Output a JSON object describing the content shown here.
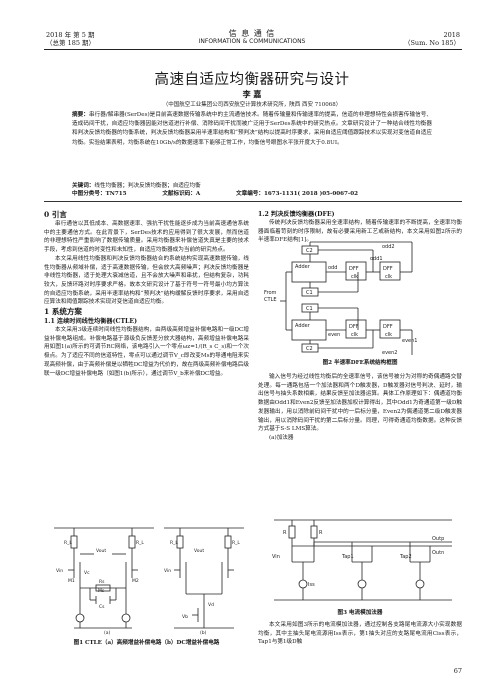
{
  "header": {
    "left_line1": "2018 年 第 5 期",
    "left_line2": "（总第 185 期）",
    "center_line1": "信 息 通 信",
    "center_line2": "INFORMATION & COMMUNICATIONS",
    "right_line1": "2018",
    "right_line2": "（Sum. No 185）"
  },
  "paper": {
    "title": "高速自适应均衡器研究与设计",
    "author": "李 嘉",
    "affiliation": "（中国航空工业集团公司西安航空计算技术研究所，陕西 西安 710068）",
    "abstract_label": "摘要：",
    "abstract": "串行器/解串器(SerDes)是目前高速数据传输系统中的主流通信技术。随着传输量和传输速率的提高，信道的非理想特性会损害传输信号、造成码间干扰，自适应均衡器因能对信道进行补偿、消除码间干扰而被广泛用于SerDes系统中的研究热点。文章研究设计了一种结合线性均衡器和判决反馈均衡器的均衡系统，判决反馈均衡器采用半速率结构和“预判决”结构以提高时序要求，采用自适应阈值跟踪技术以实现对变信道自适应均衡。实验结果表明，均衡系统在10Gb/s的数据速率下能够正常工作，均衡信号眼图水平张开度大于0.8UI。",
    "keywords_label": "关键词：",
    "keywords": "线性均衡器；判决反馈均衡器；自适应均衡",
    "clc_label": "中图分类号：",
    "clc": "TN715",
    "doc_code_label": "文献标识码：",
    "doc_code": "A",
    "article_no_label": "文章编号：",
    "article_no": "1673-1131( 2018 )05-0067-02"
  },
  "left": {
    "s0": "0 引言",
    "p1": "串行通信以其低成本、高数据速率、强抗干扰性能逐步成为当前高速通信系统中的主要通信方式。在此背景下，SerDes技术的应用得到了很大发展，然而信道的非理想特性严重影响了数据传输质量。采用均衡器来补偿信道失真是主要的技术手段，考虑到信道的时变性和未知性，自适应均衡器成为当前的研究热点。",
    "p2": "本文采用线性均衡器和判决反馈均衡器结合的系统结构实现高速数据传输，线性均衡器从频域补偿，适于高速数据传输，但会放大高频噪声；判决反馈均衡器是非线性均衡器，适于处理大衰减信道，且不会放大噪声和串扰，但结构复杂，功耗较大，反馈环路对时序要求严格。故本文研究设计了基于符号一符号最小均方算法的自适应均衡系统，采用半速率结构和“预判决”结构缓解反馈时序要求，采用自适应算法和阈值跟踪技术实现对变信道自适应均衡。",
    "s1": "1 系统方案",
    "s11": "1.1 连续时间线性均衡器(CTLE)",
    "p3": "本文采用3级连续时间线性均衡器结构，由两级高频增益补偿电路和一级DC增益补偿电路组成。补偿电路基于源级负反馈差分放大器结构，高频增益补偿电路采用如图1(a)所示的可调节RC网络，该电路引入一个零点ωz=1/(R_s C_s)和一个次极点。为了适应不同的信道特性，零点可以通过调节V_c即改变Ms的导通电阻来实现高频补偿，由于高频补偿是以牺牲DC增益为代价的，故在两级高频补偿电路后级联一级DC增益补偿电路（如图1(b)所示），通过调节V_b来补偿DC增益。",
    "fig1_caption": "图1 CTLE（a）高频增益补偿电路（b）DC增益补偿电路"
  },
  "right": {
    "s12": "1.2 判决反馈均衡器(DFE)",
    "p1": "传统判决反馈均衡器采用全速率结构，随着传输速率的不断提高，全速率均衡器面临着苛刻的时序限制，故有必要采用新工艺或新结构，本文采用如图2所示的半速率DFE结构[1]。",
    "fig2_caption": "图2 半速率DFE系统结构框图",
    "p2": "输入信号为经过线性均衡后的全速率信号，该信号被分为对称的奇偶通路交替处理。每一通路包括一个加法器和两个D触发器，D触发器对信号判决、延时，输出信号与抽头系数相乘，结果反馈至加法器运算。具体工作原理如下：偶通道均衡数据由Odd1和Even2反馈至加法器加权计算得出，其中Odd1为奇通道第一级D触发器输出，用以消除前码间干扰中的一后标分量，Even2为偶通道第二级D触发器输出，用以消除码间干扰的第二后标分量。同理，可得奇通道均衡数据。这种反馈方式基于S-S LMS算法。",
    "adder_label": "(a)加法器",
    "fig3_caption": "图3 电流模加法器",
    "p3": "本文采用如图3所示的电流模加法器，通过控制各支路尾电流源大小实现数据均衡，其中主抽头尾电流源用Iss表示，第1抽头对应的支路尾电流用Ciss表示，Tap1与第1级D触",
    "page_number": "67"
  },
  "fig2": {
    "adder_label": "Adder",
    "dff": "DFF",
    "clk": "clk",
    "clkb": "clk",
    "odd2": "odd2",
    "odd1": "odd1",
    "odd": "odd",
    "even": "even",
    "even1": "even1",
    "even2": "even2",
    "c1": "C1",
    "c2": "C2",
    "from_label": "From",
    "ctle_label": "CTLE"
  },
  "fig1": {
    "rl": "R_L",
    "vout": "Vout",
    "vin": "Vin",
    "m1": "M1",
    "m2": "M2",
    "ms": "Ms",
    "rs": "Rs",
    "cs": "Cs",
    "vc": "Vc",
    "vb": "Vb",
    "vd": "Vd",
    "a": "(a)",
    "b": "(b)"
  },
  "fig3": {
    "r": "R",
    "outp": "Outp",
    "outn": "Outn",
    "vin": "Vin",
    "iss": "Iss",
    "tap1": "Tap1",
    "tap2": "Tap2"
  }
}
